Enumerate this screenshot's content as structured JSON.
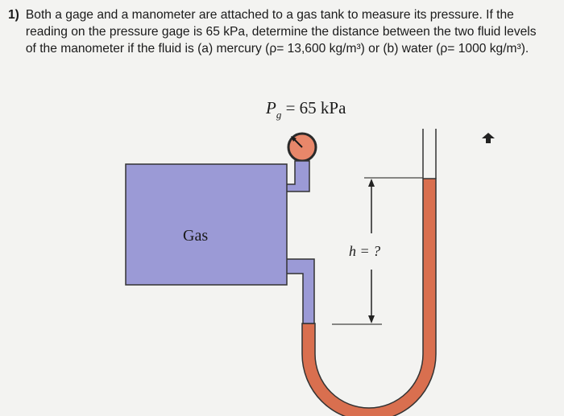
{
  "problem": {
    "number": "1)",
    "lines": [
      "Both a gage and a manometer are attached to a gas tank to measure its pressure. If the",
      "reading on the pressure gage is 65 kPa, determine the distance between the two fluid levels",
      "of the manometer if the fluid is (a) mercury (ρ= 13,600 kg/m³) or (b) water (ρ= 1000 kg/m³)."
    ]
  },
  "diagram": {
    "gage_label_symbol": "P",
    "gage_label_subscript": "g",
    "gage_label_value": " = 65 kPa",
    "tank_label": "Gas",
    "height_label": "h = ?"
  },
  "colors": {
    "tank_fill": "#9b9ad6",
    "manometer_fluid": "#d96f4f",
    "gage_face": "#e8876a",
    "outline": "#333333"
  }
}
